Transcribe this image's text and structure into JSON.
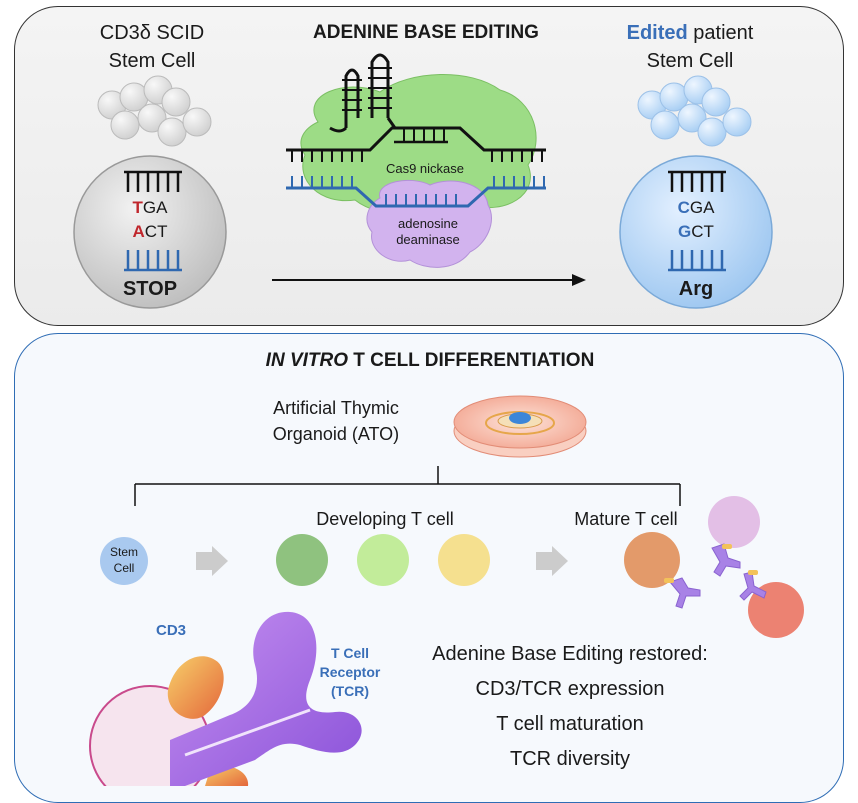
{
  "top": {
    "title": "ADENINE BASE EDITING",
    "left_label_line1": "CD3δ SCID",
    "left_label_line2": "Stem Cell",
    "right_label_edited": "Edited",
    "right_label_rest": " patient",
    "right_label_line2": "Stem Cell",
    "left_codon_top_mut": "T",
    "left_codon_top_rest": "GA",
    "left_codon_bot_mut": "A",
    "left_codon_bot_rest": "CT",
    "left_result": "STOP",
    "right_codon_top_mut": "C",
    "right_codon_top_rest": "GA",
    "right_codon_bot_mut": "G",
    "right_codon_bot_rest": "CT",
    "right_result": "Arg",
    "cas9_label": "Cas9 nickase",
    "deaminase_line1": "adenosine",
    "deaminase_line2": "deaminase"
  },
  "bottom": {
    "title_italic": "IN VITRO",
    "title_rest": " T CELL DIFFERENTIATION",
    "ato_line1": "Artificial Thymic",
    "ato_line2": "Organoid (ATO)",
    "stem_line1": "Stem",
    "stem_line2": "Cell",
    "developing_label": "Developing T cell",
    "mature_label": "Mature T cell",
    "cd3_label": "CD3",
    "tcr_line1": "T Cell",
    "tcr_line2": "Receptor",
    "tcr_line3": "(TCR)",
    "results_title": "Adenine Base Editing restored:",
    "results": [
      "CD3/TCR expression",
      "T cell maturation",
      "TCR diversity"
    ]
  },
  "colors": {
    "blue_accent": "#3a6fb8",
    "red_mutation": "#c0272d",
    "cas9_green": "#8fd17a",
    "deaminase_purple": "#c9a6e6",
    "bottom_border": "#2f6db5"
  }
}
